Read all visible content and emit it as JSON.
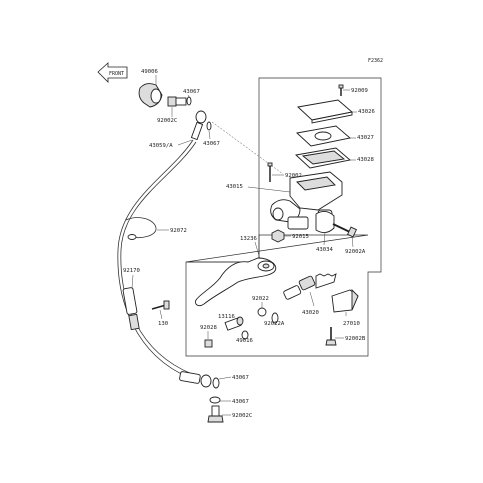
{
  "figure_code": "F2362",
  "front_label": "FRONT",
  "callouts": {
    "p49006": "49006",
    "p43067a": "43067",
    "p92002c_a": "92002C",
    "p43059a": "43059/A",
    "p43067b": "43067",
    "p92009": "92009",
    "p43026": "43026",
    "p43027": "43027",
    "p43028": "43028",
    "p92002": "92002",
    "p43015": "43015",
    "p92015": "92015",
    "p43034": "43034",
    "p92002a": "92002A",
    "p92072": "92072",
    "p13236": "13236",
    "p92170": "92170",
    "p130": "130",
    "p92022": "92022",
    "p13116": "13116",
    "p92028": "92028",
    "p92022a": "92022A",
    "p49016": "49016",
    "p43020": "43020",
    "p27010": "27010",
    "p92002b": "92002B",
    "p43067c": "43067",
    "p43067d": "43067",
    "p92002c_b": "92002C"
  }
}
